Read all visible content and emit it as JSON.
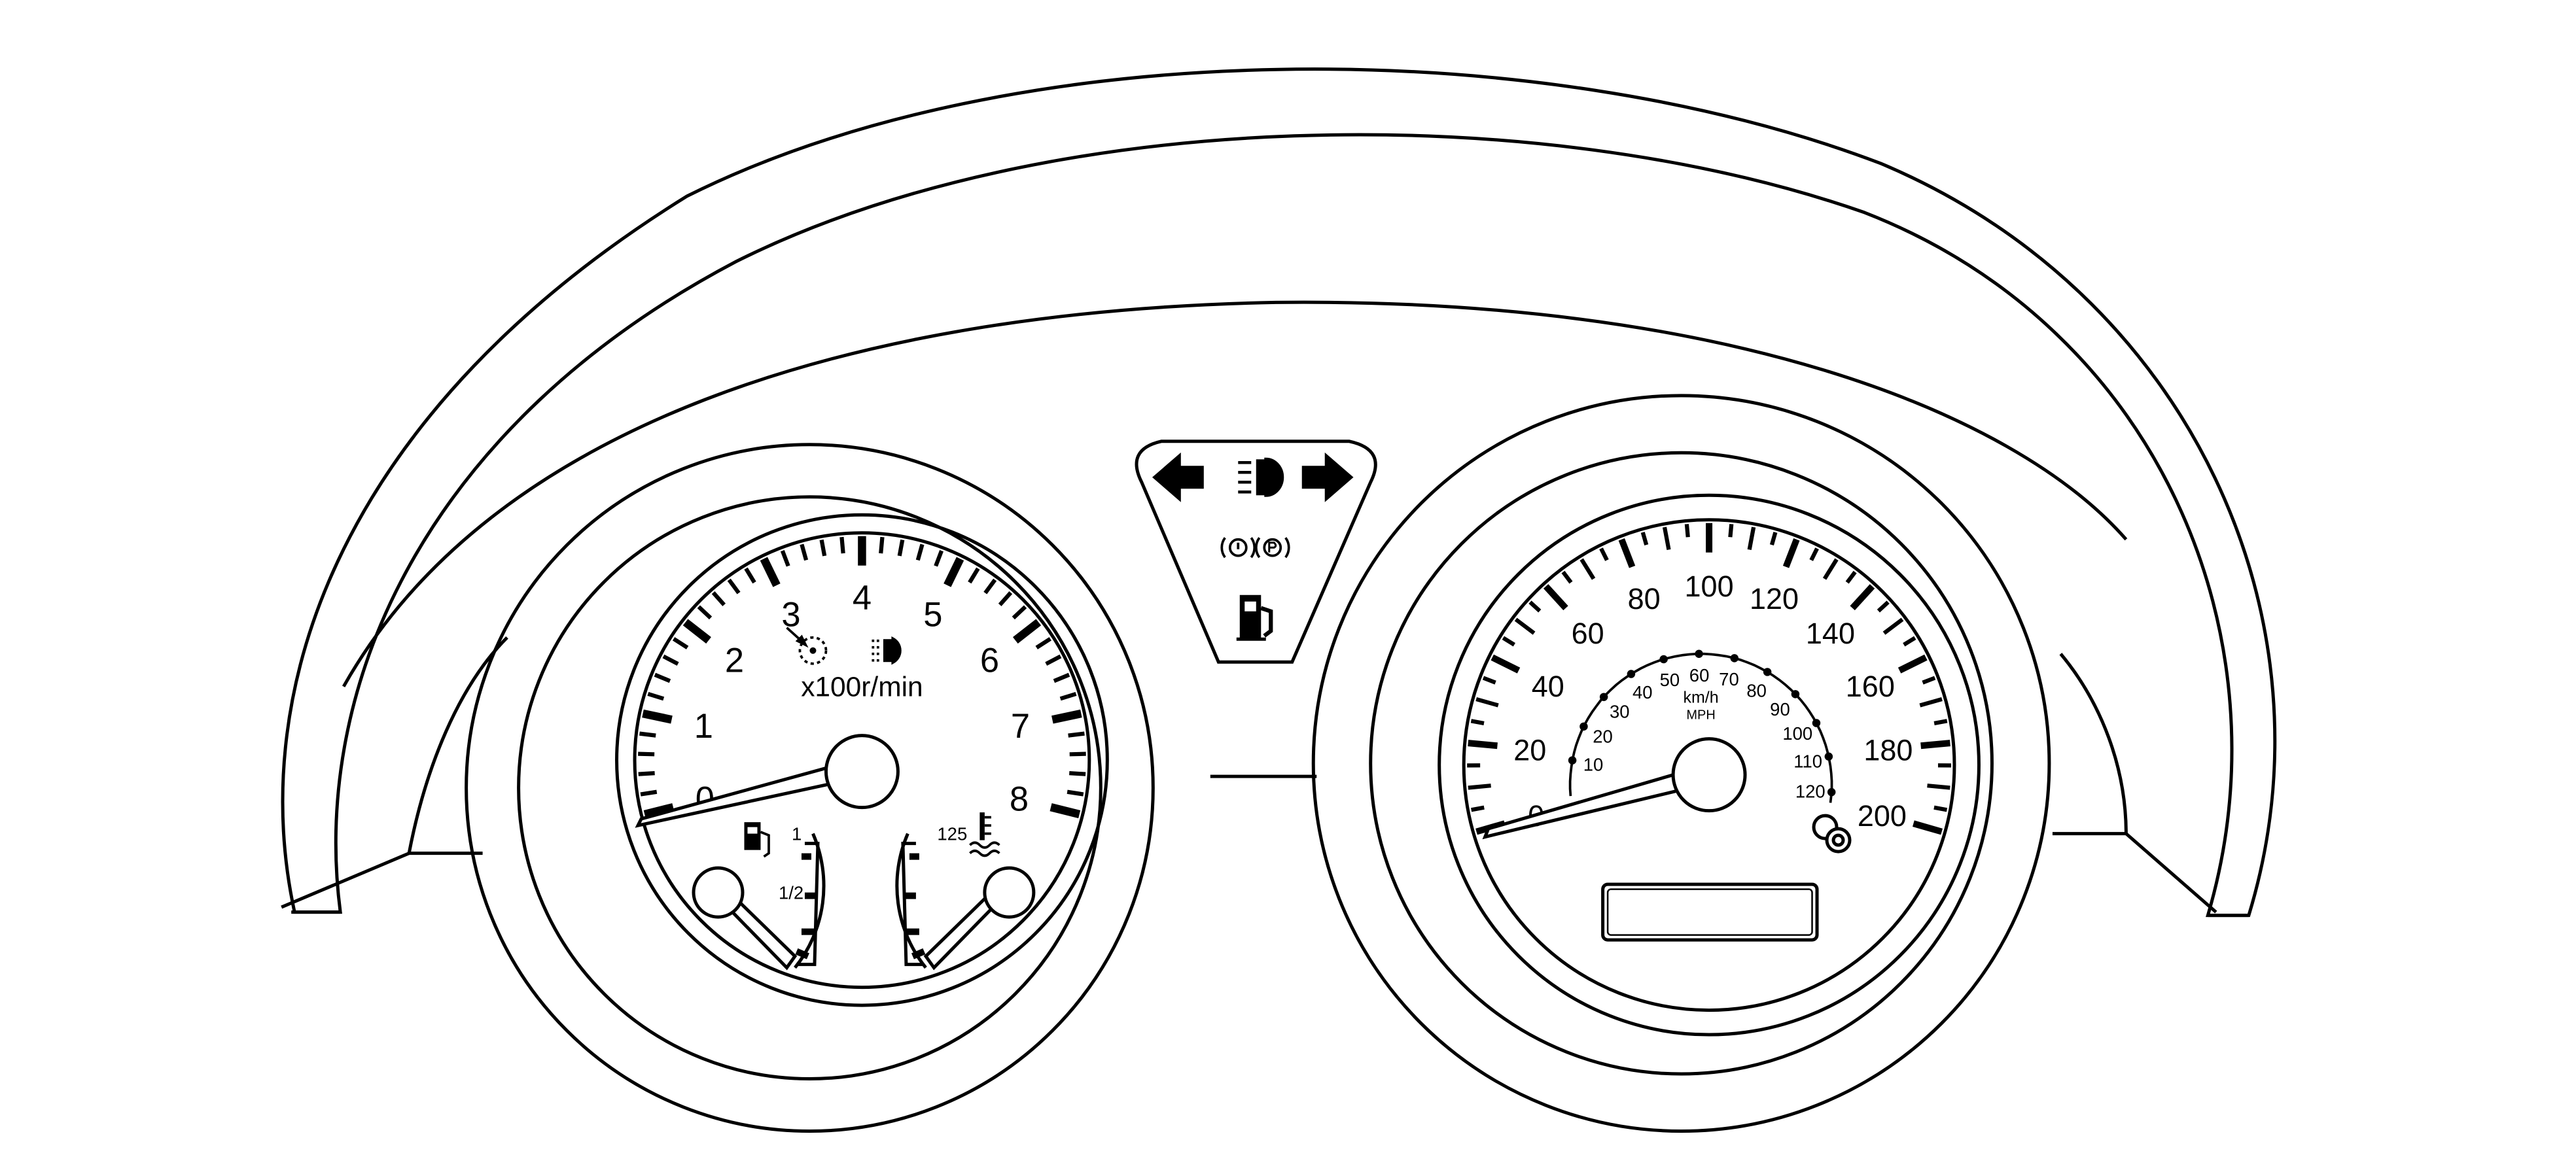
{
  "tachometer": {
    "unit_label": "x100r/min",
    "ticks": [
      "0",
      "1",
      "2",
      "3",
      "4",
      "5",
      "6",
      "7",
      "8"
    ],
    "needle_value": 0
  },
  "speedometer": {
    "kmh_ticks": [
      "0",
      "20",
      "40",
      "60",
      "80",
      "100",
      "120",
      "140",
      "160",
      "180",
      "200"
    ],
    "mph_ticks": [
      "10",
      "20",
      "30",
      "40",
      "50",
      "60",
      "70",
      "80",
      "90",
      "100",
      "110",
      "120"
    ],
    "unit_kmh": "km/h",
    "unit_mph": "MPH",
    "needle_value": 0
  },
  "fuel_gauge": {
    "labels": [
      "1",
      "1/2"
    ],
    "icon": "fuel-pump-icon"
  },
  "temp_gauge": {
    "label": "125",
    "icon": "coolant-temperature-icon"
  },
  "indicators": {
    "icons": [
      "left-turn-signal-icon",
      "high-beam-icon",
      "right-turn-signal-icon",
      "brake-warning-icon",
      "parking-brake-icon",
      "low-fuel-icon",
      "immobilizer-icon",
      "fog-light-icon",
      "trip-reset-knob-icon"
    ]
  },
  "colors": {
    "line": "#000000",
    "background": "#ffffff"
  }
}
